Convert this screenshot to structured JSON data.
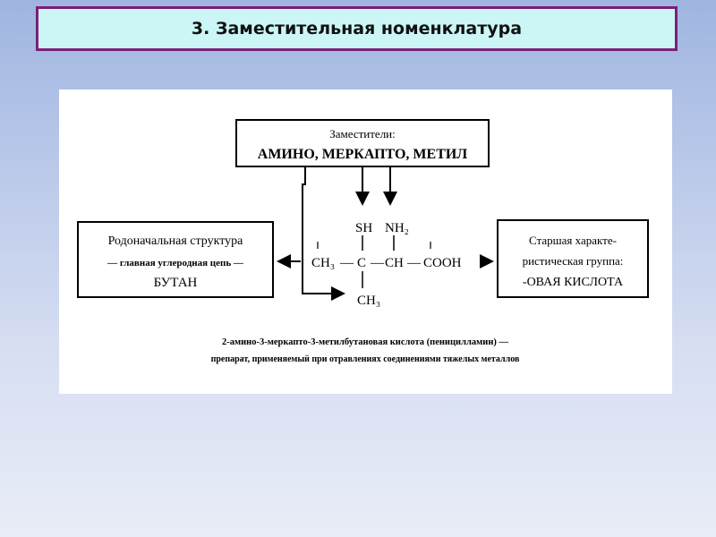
{
  "slide": {
    "title": "3. Заместительная номенклатура"
  },
  "diagram": {
    "substituents": {
      "label": "Заместители:",
      "list": "АМИНО, МЕРКАПТО, МЕТИЛ"
    },
    "parent": {
      "line1": "Родоначальная структура",
      "line2": "— главная углеродная цепь —",
      "line3": "БУТАН"
    },
    "senior_group": {
      "line1": "Старшая характе-",
      "line2": "ристическая группа:",
      "line3": "-ОВАЯ КИСЛОТА"
    },
    "formula": {
      "sh": "SH",
      "nh2": "NH₂",
      "ch3_left": "CH₃",
      "dash1": "—",
      "c": "C",
      "dash2": "—",
      "ch": "CH",
      "dash3": "—",
      "cooh": "COOH",
      "ch3_bottom": "CH₃"
    },
    "caption": {
      "line1": "2-амино-3-меркапто-3-метилбутановая кислота (пеницилламин) —",
      "line2": "препарат, применяемый при отравлениях соединениями тяжелых металлов"
    }
  }
}
